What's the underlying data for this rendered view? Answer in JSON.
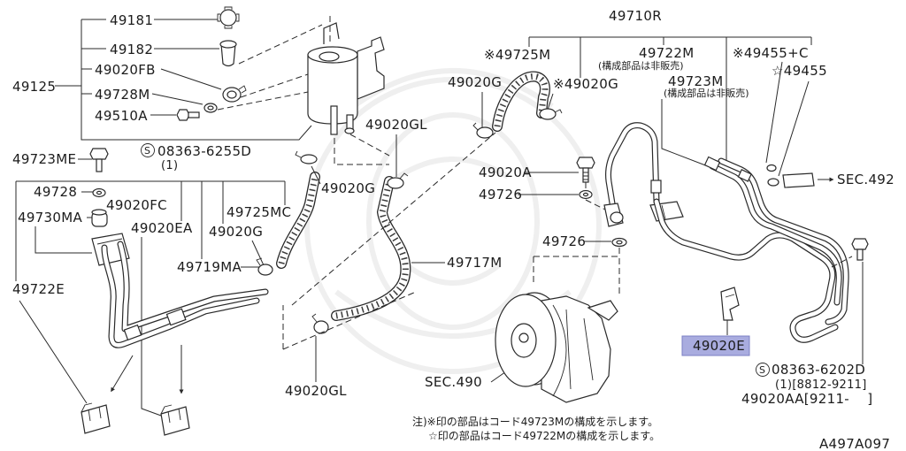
{
  "drawing_code": "A497A097",
  "symbols": {
    "s_mark": "S"
  },
  "colors": {
    "highlight": "#a9acdf",
    "highlight_border": "#7c80c4",
    "line": "#2a2a2a"
  },
  "labels": {
    "p49181": "49181",
    "p49182": "49182",
    "p49020FB": "49020FB",
    "p49125": "49125",
    "p49728M": "49728M",
    "p49510A": "49510A",
    "s08363_6255D": "08363-6255D",
    "s08363_6255D_qty": "(1)",
    "p49723ME": "49723ME",
    "p49728": "49728",
    "p49020FC": "49020FC",
    "p49730MA": "49730MA",
    "p49020EA": "49020EA",
    "p49725MC": "49725MC",
    "p49020G_left": "49020G",
    "p49719MA": "49719MA",
    "p49722E": "49722E",
    "p49020GL_top": "49020GL",
    "p49020G_reservoir": "49020G",
    "p49717M": "49717M",
    "p49020GL_bottom": "49020GL",
    "sec490": "SEC.490",
    "p49710R": "49710R",
    "p49725M_ref": "※49725M",
    "p49020G_right": "49020G",
    "p49020G_ref": "※49020G",
    "p49722M": "49722M",
    "p49722M_note": "(構成部品は非販売)",
    "p49723M": "49723M",
    "p49723M_note": "(構成部品は非販売)",
    "p49455C_ref": "※49455+C",
    "p49455_star": "☆49455",
    "p49020A": "49020A",
    "p49726_upper": "49726",
    "p49726_lower": "49726",
    "sec492": "SEC.492",
    "p49020E": "49020E",
    "s08363_6202D": "08363-6202D",
    "s08363_6202D_qty": "(1)[8812-9211]",
    "p49020AA": "49020AA[9211-    ]"
  },
  "footnotes": [
    "注)※印の部品はコード49723Mの構成を示します。",
    "☆印の部品はコード49722Mの構成を示します。"
  ]
}
